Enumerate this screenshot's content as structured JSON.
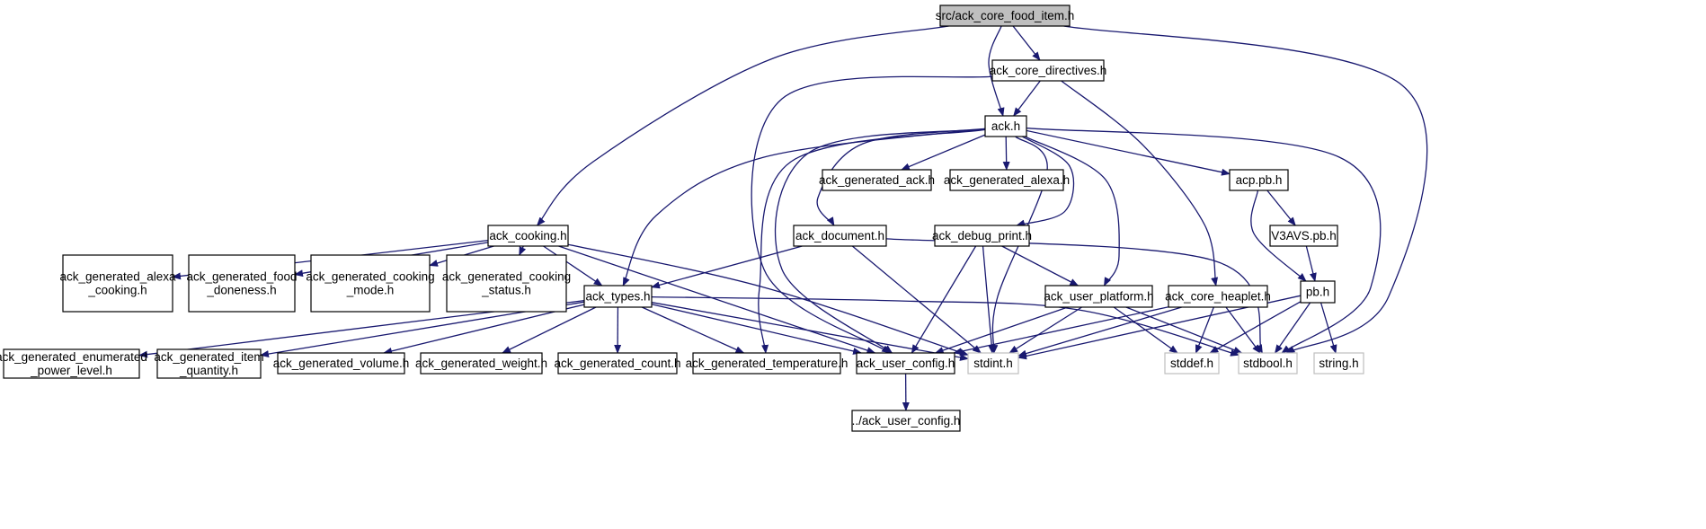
{
  "diagram": {
    "colors": {
      "edge": "#191970",
      "node_border": "#000000",
      "system_border": "#bfbfbf",
      "root_fill": "#bfbfbf",
      "node_fill": "#ffffff",
      "text": "#000000"
    },
    "nodes": [
      {
        "id": "root",
        "lines": [
          "src/ack_core_food_item.h"
        ],
        "kind": "root"
      },
      {
        "id": "core_directives",
        "lines": [
          "ack_core_directives.h"
        ],
        "kind": "file"
      },
      {
        "id": "ack",
        "lines": [
          "ack.h"
        ],
        "kind": "file"
      },
      {
        "id": "gen_ack",
        "lines": [
          "ack_generated_ack.h"
        ],
        "kind": "file"
      },
      {
        "id": "gen_alexa",
        "lines": [
          "ack_generated_alexa.h"
        ],
        "kind": "file"
      },
      {
        "id": "acp",
        "lines": [
          "acp.pb.h"
        ],
        "kind": "file"
      },
      {
        "id": "v3avs",
        "lines": [
          "V3AVS.pb.h"
        ],
        "kind": "file"
      },
      {
        "id": "cooking",
        "lines": [
          "ack_cooking.h"
        ],
        "kind": "file"
      },
      {
        "id": "document",
        "lines": [
          "ack_document.h"
        ],
        "kind": "file"
      },
      {
        "id": "debug_print",
        "lines": [
          "ack_debug_print.h"
        ],
        "kind": "file"
      },
      {
        "id": "pb",
        "lines": [
          "pb.h"
        ],
        "kind": "file"
      },
      {
        "id": "gen_alexa_cooking",
        "lines": [
          "ack_generated_alexa",
          "_cooking.h"
        ],
        "kind": "file"
      },
      {
        "id": "gen_food_doneness",
        "lines": [
          "ack_generated_food",
          "_doneness.h"
        ],
        "kind": "file"
      },
      {
        "id": "gen_cooking_mode",
        "lines": [
          "ack_generated_cooking",
          "_mode.h"
        ],
        "kind": "file"
      },
      {
        "id": "gen_cooking_status",
        "lines": [
          "ack_generated_cooking",
          "_status.h"
        ],
        "kind": "file"
      },
      {
        "id": "types",
        "lines": [
          "ack_types.h"
        ],
        "kind": "file"
      },
      {
        "id": "user_platform",
        "lines": [
          "ack_user_platform.h"
        ],
        "kind": "file"
      },
      {
        "id": "core_heaplet",
        "lines": [
          "ack_core_heaplet.h"
        ],
        "kind": "file"
      },
      {
        "id": "gen_enum_power",
        "lines": [
          "ack_generated_enumerated",
          "_power_level.h"
        ],
        "kind": "file"
      },
      {
        "id": "gen_item_qty",
        "lines": [
          "ack_generated_item",
          "_quantity.h"
        ],
        "kind": "file"
      },
      {
        "id": "gen_volume",
        "lines": [
          "ack_generated_volume.h"
        ],
        "kind": "file"
      },
      {
        "id": "gen_weight",
        "lines": [
          "ack_generated_weight.h"
        ],
        "kind": "file"
      },
      {
        "id": "gen_count",
        "lines": [
          "ack_generated_count.h"
        ],
        "kind": "file"
      },
      {
        "id": "gen_temp",
        "lines": [
          "ack_generated_temperature.h"
        ],
        "kind": "file"
      },
      {
        "id": "user_config",
        "lines": [
          "ack_user_config.h"
        ],
        "kind": "file"
      },
      {
        "id": "stdint",
        "lines": [
          "stdint.h"
        ],
        "kind": "system"
      },
      {
        "id": "stddef",
        "lines": [
          "stddef.h"
        ],
        "kind": "system"
      },
      {
        "id": "stdbool",
        "lines": [
          "stdbool.h"
        ],
        "kind": "system"
      },
      {
        "id": "string",
        "lines": [
          "string.h"
        ],
        "kind": "system"
      },
      {
        "id": "parent_user_config",
        "lines": [
          "../ack_user_config.h"
        ],
        "kind": "file"
      }
    ],
    "edges": [
      [
        "root",
        "cooking"
      ],
      [
        "root",
        "ack"
      ],
      [
        "root",
        "core_directives"
      ],
      [
        "root",
        "stdbool"
      ],
      [
        "core_directives",
        "ack"
      ],
      [
        "core_directives",
        "core_heaplet"
      ],
      [
        "core_directives",
        "user_config"
      ],
      [
        "ack",
        "gen_ack"
      ],
      [
        "ack",
        "gen_alexa"
      ],
      [
        "ack",
        "acp"
      ],
      [
        "ack",
        "document"
      ],
      [
        "ack",
        "debug_print"
      ],
      [
        "ack",
        "types"
      ],
      [
        "ack",
        "user_platform"
      ],
      [
        "ack",
        "gen_temp"
      ],
      [
        "ack",
        "user_config"
      ],
      [
        "ack",
        "stdint"
      ],
      [
        "ack",
        "stdbool"
      ],
      [
        "acp",
        "v3avs"
      ],
      [
        "acp",
        "pb"
      ],
      [
        "v3avs",
        "pb"
      ],
      [
        "cooking",
        "gen_alexa_cooking"
      ],
      [
        "cooking",
        "gen_food_doneness"
      ],
      [
        "cooking",
        "gen_cooking_mode"
      ],
      [
        "cooking",
        "gen_cooking_status"
      ],
      [
        "cooking",
        "types"
      ],
      [
        "cooking",
        "user_config"
      ],
      [
        "cooking",
        "stdint"
      ],
      [
        "document",
        "types"
      ],
      [
        "document",
        "stdint"
      ],
      [
        "document",
        "stdbool"
      ],
      [
        "debug_print",
        "user_platform"
      ],
      [
        "debug_print",
        "user_config"
      ],
      [
        "debug_print",
        "stdint"
      ],
      [
        "types",
        "gen_enum_power"
      ],
      [
        "types",
        "gen_item_qty"
      ],
      [
        "types",
        "gen_volume"
      ],
      [
        "types",
        "gen_weight"
      ],
      [
        "types",
        "gen_count"
      ],
      [
        "types",
        "gen_temp"
      ],
      [
        "types",
        "user_config"
      ],
      [
        "types",
        "stdint"
      ],
      [
        "types",
        "stdbool"
      ],
      [
        "user_platform",
        "user_config"
      ],
      [
        "user_platform",
        "stdint"
      ],
      [
        "user_platform",
        "stddef"
      ],
      [
        "user_platform",
        "stdbool"
      ],
      [
        "core_heaplet",
        "user_config"
      ],
      [
        "core_heaplet",
        "stdint"
      ],
      [
        "core_heaplet",
        "stddef"
      ],
      [
        "core_heaplet",
        "stdbool"
      ],
      [
        "pb",
        "stdint"
      ],
      [
        "pb",
        "stddef"
      ],
      [
        "pb",
        "stdbool"
      ],
      [
        "pb",
        "string"
      ],
      [
        "user_config",
        "parent_user_config"
      ]
    ]
  }
}
